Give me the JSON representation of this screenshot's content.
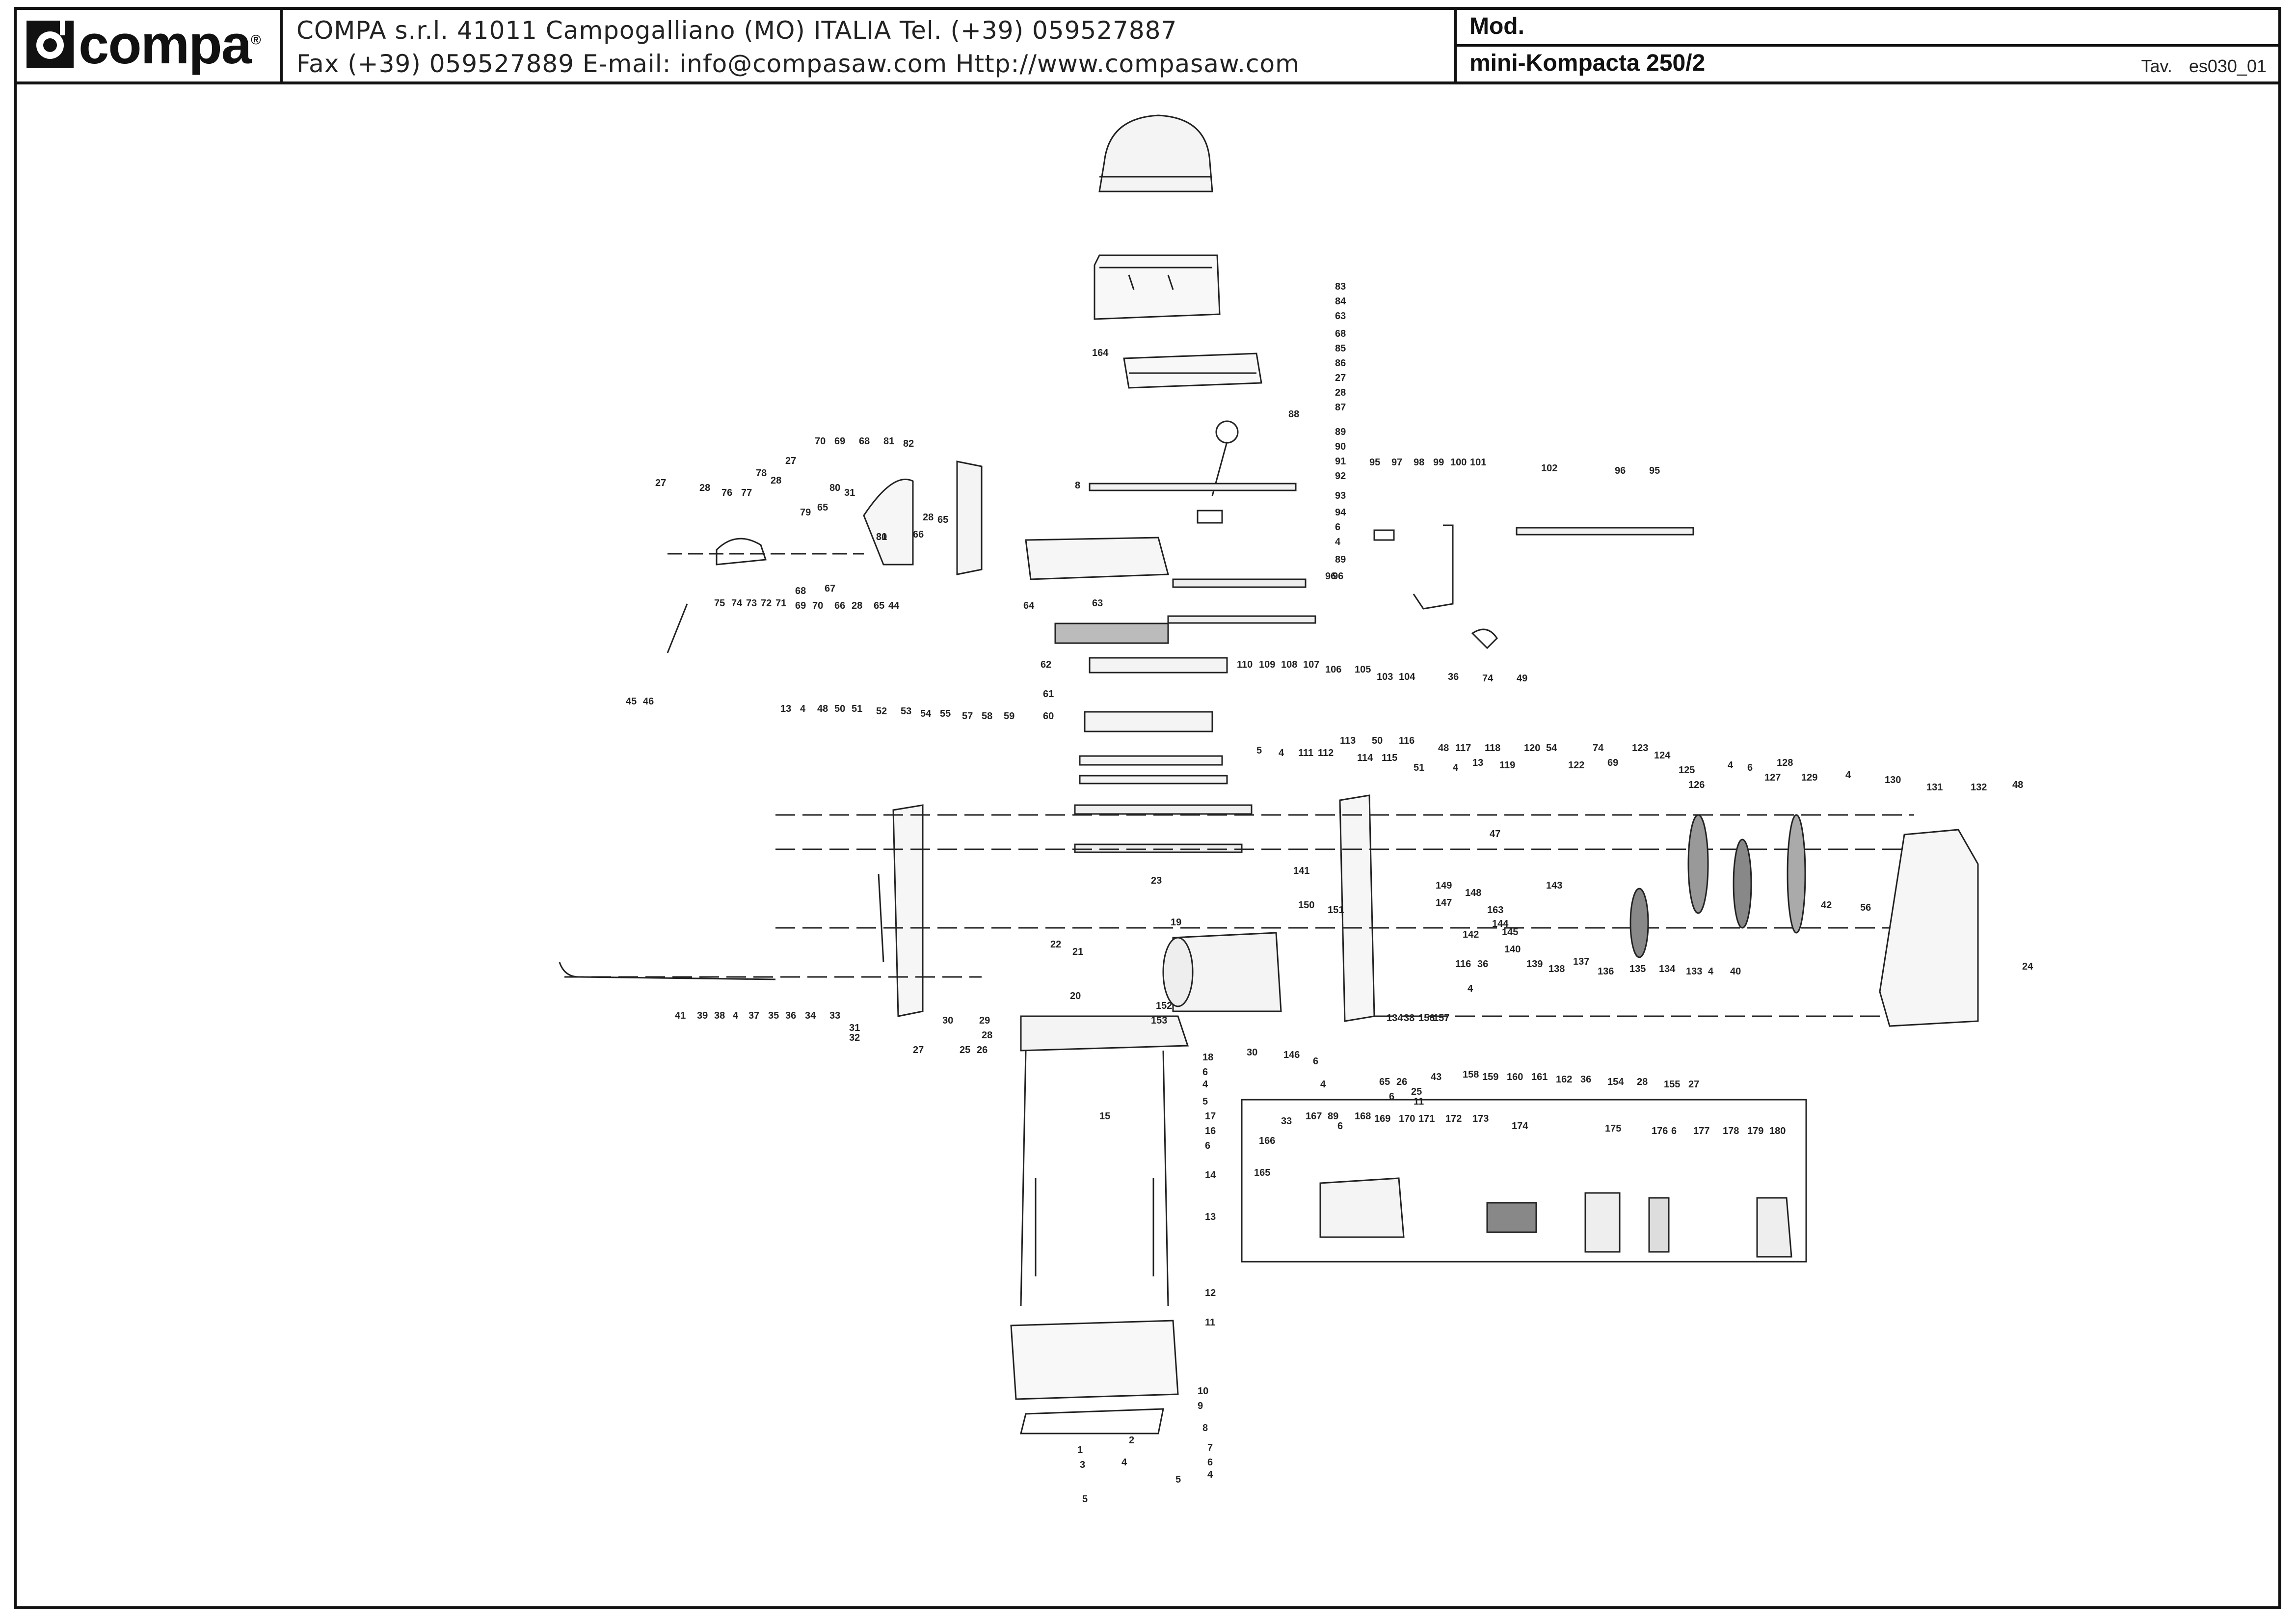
{
  "header": {
    "logo_text": "compa",
    "logo_reg": "®",
    "address_line1": "COMPA s.r.l. 41011 Campogalliano (MO) ITALIA Tel. (+39) 059527887",
    "address_line2": "Fax (+39) 059527889 E-mail: info@compasaw.com Http://www.compasaw.com",
    "model_label": "Mod.",
    "model_name": "mini-Kompacta 250/2",
    "table_label": "Tav.",
    "table_code": "es030_01"
  },
  "part_numbers": {
    "top_cover": [
      "83",
      "84",
      "63",
      "68",
      "85",
      "86",
      "27",
      "28",
      "87",
      "88",
      "89",
      "90",
      "91",
      "92",
      "93",
      "94",
      "6",
      "4",
      "89",
      "96",
      "164",
      "8"
    ],
    "left_fence": [
      "27",
      "28",
      "76",
      "77",
      "78",
      "28",
      "27",
      "70",
      "69",
      "68",
      "81",
      "82",
      "80",
      "31",
      "79",
      "65",
      "80",
      "31",
      "66",
      "28",
      "65",
      "75",
      "74",
      "73",
      "72",
      "71",
      "69",
      "70",
      "68",
      "67",
      "66",
      "28",
      "65",
      "44",
      "45",
      "46"
    ],
    "right_fence": [
      "95",
      "97",
      "98",
      "99",
      "100",
      "101",
      "102",
      "96",
      "95",
      "96",
      "105",
      "106",
      "103",
      "104",
      "36",
      "74",
      "49",
      "110",
      "109",
      "108",
      "107",
      "64",
      "63",
      "62",
      "61",
      "60"
    ],
    "main_frame": [
      "13",
      "4",
      "48",
      "50",
      "51",
      "52",
      "53",
      "54",
      "55",
      "57",
      "58",
      "59",
      "5",
      "4",
      "111",
      "112",
      "113",
      "114",
      "50",
      "115",
      "116",
      "51",
      "48",
      "4",
      "117",
      "13",
      "118",
      "119",
      "120",
      "54",
      "122",
      "74",
      "69",
      "123",
      "124",
      "125",
      "126",
      "4",
      "6",
      "127",
      "128",
      "129",
      "4",
      "130",
      "131",
      "132",
      "48",
      "47",
      "143",
      "141",
      "150",
      "151",
      "149",
      "147",
      "148",
      "163",
      "142",
      "144",
      "145",
      "36",
      "116",
      "140",
      "139",
      "138",
      "137",
      "136",
      "135",
      "134",
      "133",
      "4",
      "40",
      "42",
      "56",
      "24",
      "22",
      "23",
      "19",
      "21",
      "20",
      "152",
      "153",
      "30",
      "146",
      "6",
      "4",
      "134",
      "38",
      "156",
      "157",
      "158",
      "159",
      "160",
      "161",
      "162",
      "36",
      "154",
      "28",
      "155",
      "27",
      "65",
      "26",
      "25",
      "43",
      "11",
      "4",
      "6",
      "41",
      "39",
      "38",
      "4",
      "37",
      "35",
      "36",
      "34",
      "33",
      "31",
      "32",
      "30",
      "29",
      "28",
      "26",
      "25",
      "27"
    ],
    "motor_inset": [
      "33",
      "167",
      "89",
      "168",
      "169",
      "170",
      "171",
      "172",
      "173",
      "174",
      "175",
      "176",
      "6",
      "177",
      "178",
      "179",
      "180",
      "166",
      "6",
      "165"
    ],
    "stand": [
      "18",
      "6",
      "4",
      "5",
      "17",
      "16",
      "6",
      "15",
      "14",
      "13",
      "12",
      "11",
      "10",
      "9",
      "8",
      "7",
      "6",
      "4",
      "5",
      "1",
      "2",
      "3",
      "4",
      "5"
    ]
  }
}
